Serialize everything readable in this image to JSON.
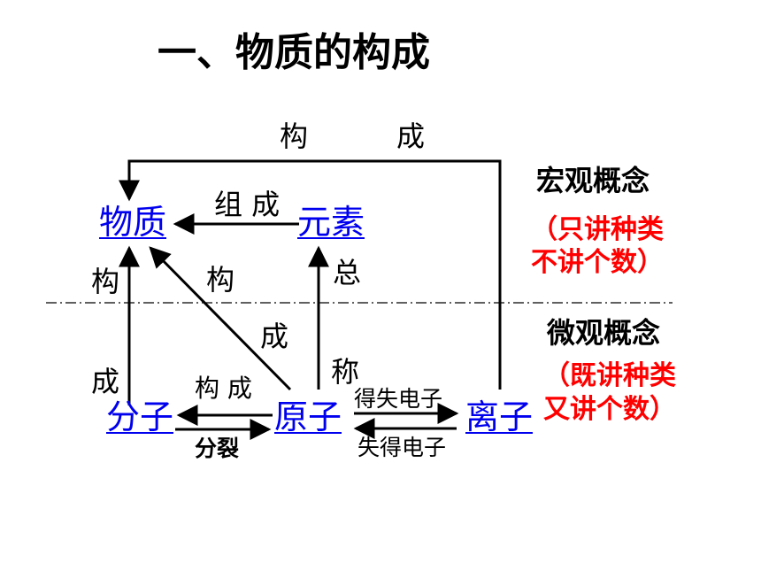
{
  "title": "一、物质的构成",
  "nodes": {
    "substance": "物质",
    "element": "元素",
    "molecule": "分子",
    "atom": "原子",
    "ion": "离子"
  },
  "labels": {
    "top_gou": "构",
    "top_cheng": "成",
    "zucheng": "组 成",
    "left_gou": "构",
    "left_cheng": "成",
    "diag_gou": "构",
    "diag_cheng": "成",
    "zong": "总",
    "cheng_call": "称",
    "goucheng": "构 成",
    "fenlie": "分裂",
    "gain_lose": "得失电子",
    "lose_gain": "失得电子"
  },
  "side": {
    "macro_title": "宏观概念",
    "macro_note_1": "（只讲种类",
    "macro_note_2": "不讲个数）",
    "micro_title": "微观概念",
    "micro_note_1": "（既讲种类",
    "micro_note_2": "又讲个数）"
  },
  "colors": {
    "link": "#0000ee",
    "note": "#ff0000",
    "line": "#000000"
  }
}
